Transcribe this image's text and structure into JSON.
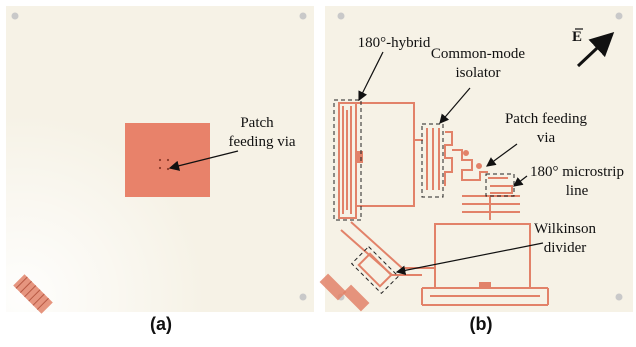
{
  "panel_a": {
    "caption": "(a)",
    "label_line1": "Patch",
    "label_line2": "feeding via"
  },
  "panel_b": {
    "caption": "(b)",
    "hybrid_label": "180°-hybrid",
    "isolator_line1": "Common-mode",
    "isolator_line2": "isolator",
    "via_line1": "Patch feeding",
    "via_line2": "via",
    "microstrip_line1": "180° microstrip",
    "microstrip_line2": "line",
    "wilkinson_line1": "Wilkinson",
    "wilkinson_line2": "divider",
    "efield_label": "E"
  },
  "colors": {
    "board": "#f6f2e6",
    "copper": "#e28269",
    "patch": "#e8826a",
    "annotation": "#111111"
  }
}
